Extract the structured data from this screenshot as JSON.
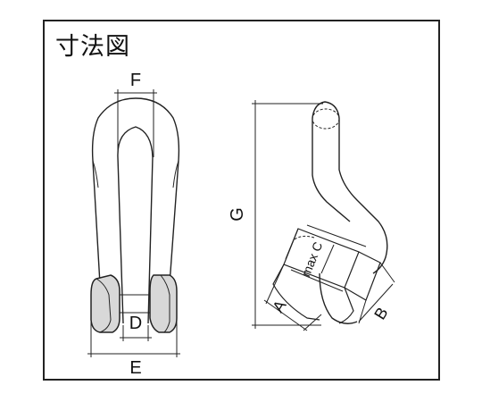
{
  "title": "寸法図",
  "labels": {
    "F": "F",
    "D": "D",
    "E": "E",
    "G": "G",
    "A": "A",
    "B": "B",
    "maxC": "max C"
  }
}
